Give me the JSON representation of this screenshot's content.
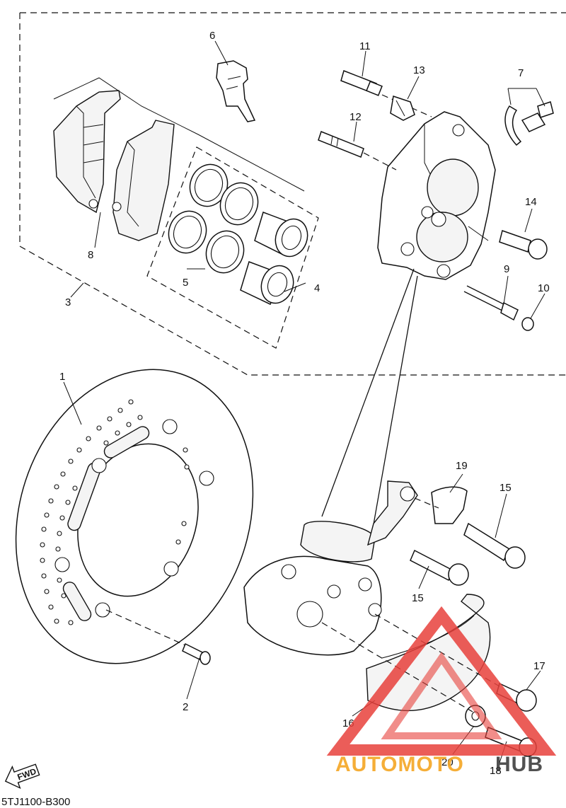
{
  "diagram": {
    "part_code": "5TJ1100-B300",
    "fwd_label": "FWD",
    "callouts": {
      "c1": "1",
      "c2": "2",
      "c3": "3",
      "c4": "4",
      "c5": "5",
      "c6": "6",
      "c7": "7",
      "c8": "8",
      "c9": "9",
      "c10": "10",
      "c11": "11",
      "c12": "12",
      "c13": "13",
      "c14": "14",
      "c15a": "15",
      "c15b": "15",
      "c16": "16",
      "c17": "17",
      "c18": "18",
      "c19": "19",
      "c20": "20"
    }
  },
  "watermark": {
    "text_a": "AUTOMOTO",
    "text_b": "HUB",
    "color_a": "#f5a623",
    "color_b": "#333333",
    "logo_color": "#e8413c"
  }
}
